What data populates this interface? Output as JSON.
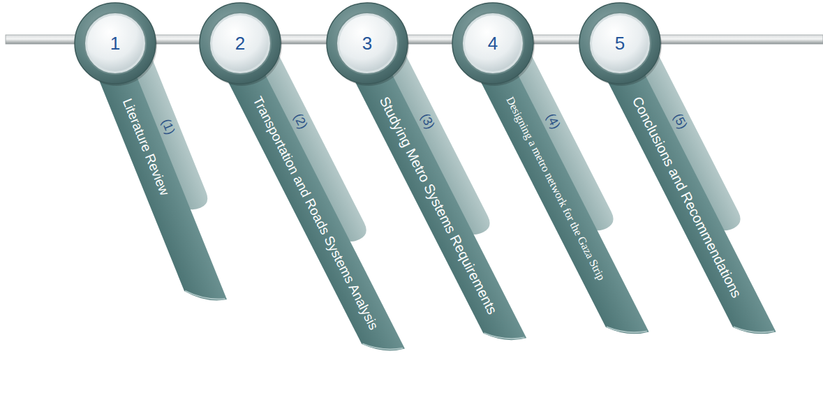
{
  "diagram": {
    "nodes": [
      {
        "text": [
          "1"
        ]
      },
      {
        "text": [
          "(1)",
          "Literature Review"
        ]
      },
      {
        "text": [
          "2"
        ]
      },
      {
        "text": [
          "(2)",
          "Transportation and Roads Systems Analysis"
        ]
      },
      {
        "text": [
          "3"
        ]
      },
      {
        "text": [
          "(3)",
          "Studying Metro Systems Requirements"
        ]
      },
      {
        "text": [
          "4"
        ]
      },
      {
        "text": [
          "(4)",
          "Designing a metro network for the Gaza Strip"
        ]
      },
      {
        "text": [
          "5"
        ]
      },
      {
        "text": [
          "(5)",
          "Conclusions and Recommendations"
        ]
      }
    ]
  }
}
